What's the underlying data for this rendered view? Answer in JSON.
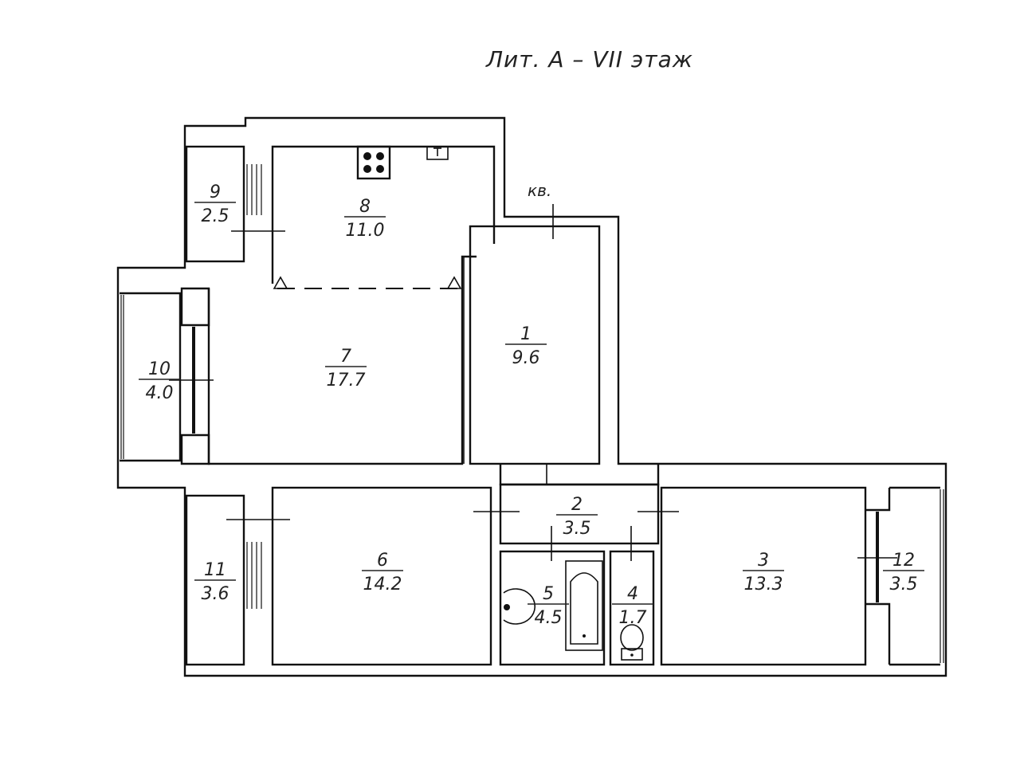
{
  "title": "Лит. А – VII этаж",
  "entrance_label": "кв.",
  "rooms": [
    {
      "id": "room-1",
      "number": "1",
      "area": "9.6"
    },
    {
      "id": "room-2",
      "number": "2",
      "area": "3.5"
    },
    {
      "id": "room-3",
      "number": "3",
      "area": "13.3"
    },
    {
      "id": "room-4",
      "number": "4",
      "area": "1.7"
    },
    {
      "id": "room-5",
      "number": "5",
      "area": "4.5"
    },
    {
      "id": "room-6",
      "number": "6",
      "area": "14.2"
    },
    {
      "id": "room-7",
      "number": "7",
      "area": "17.7"
    },
    {
      "id": "room-8",
      "number": "8",
      "area": "11.0"
    },
    {
      "id": "room-9",
      "number": "9",
      "area": "2.5"
    },
    {
      "id": "room-10",
      "number": "10",
      "area": "4.0"
    },
    {
      "id": "room-11",
      "number": "11",
      "area": "3.6"
    },
    {
      "id": "room-12",
      "number": "12",
      "area": "3.5"
    }
  ]
}
